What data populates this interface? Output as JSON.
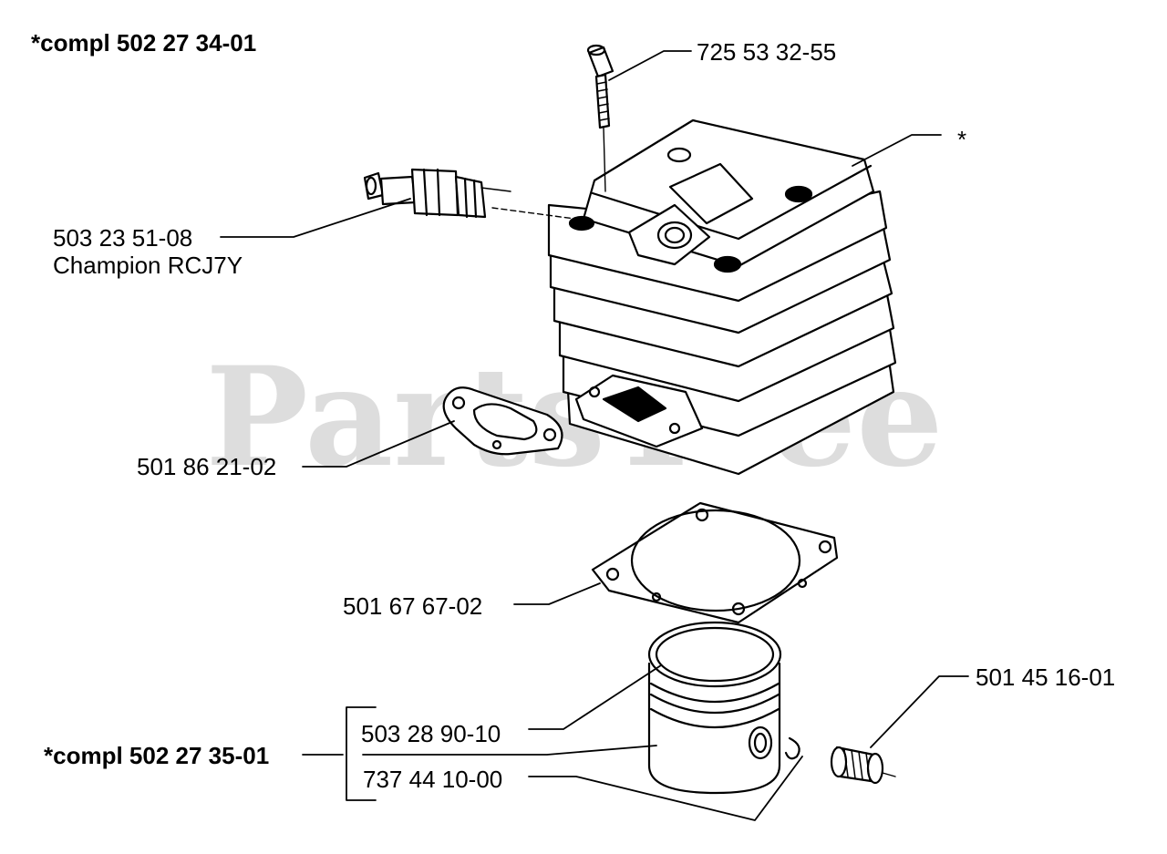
{
  "assemblies": {
    "cylinder_kit": "*compl 502 27 34-01",
    "piston_kit": "*compl 502 27 35-01"
  },
  "parts": {
    "screw": "725 53 32-55",
    "cylinder": "*",
    "spark_plug_number": "503 23 51-08",
    "spark_plug_name": "Champion RCJ7Y",
    "exhaust_gasket": "501 86 21-02",
    "base_gasket": "501 67 67-02",
    "needle_bearing": "501 45 16-01",
    "piston": "503 28 90-10",
    "piston_ring": "737 44 10-00"
  },
  "watermark": "PartsTree",
  "colors": {
    "line": "#000000",
    "watermark": "#bdbdbd",
    "background": "#ffffff"
  }
}
